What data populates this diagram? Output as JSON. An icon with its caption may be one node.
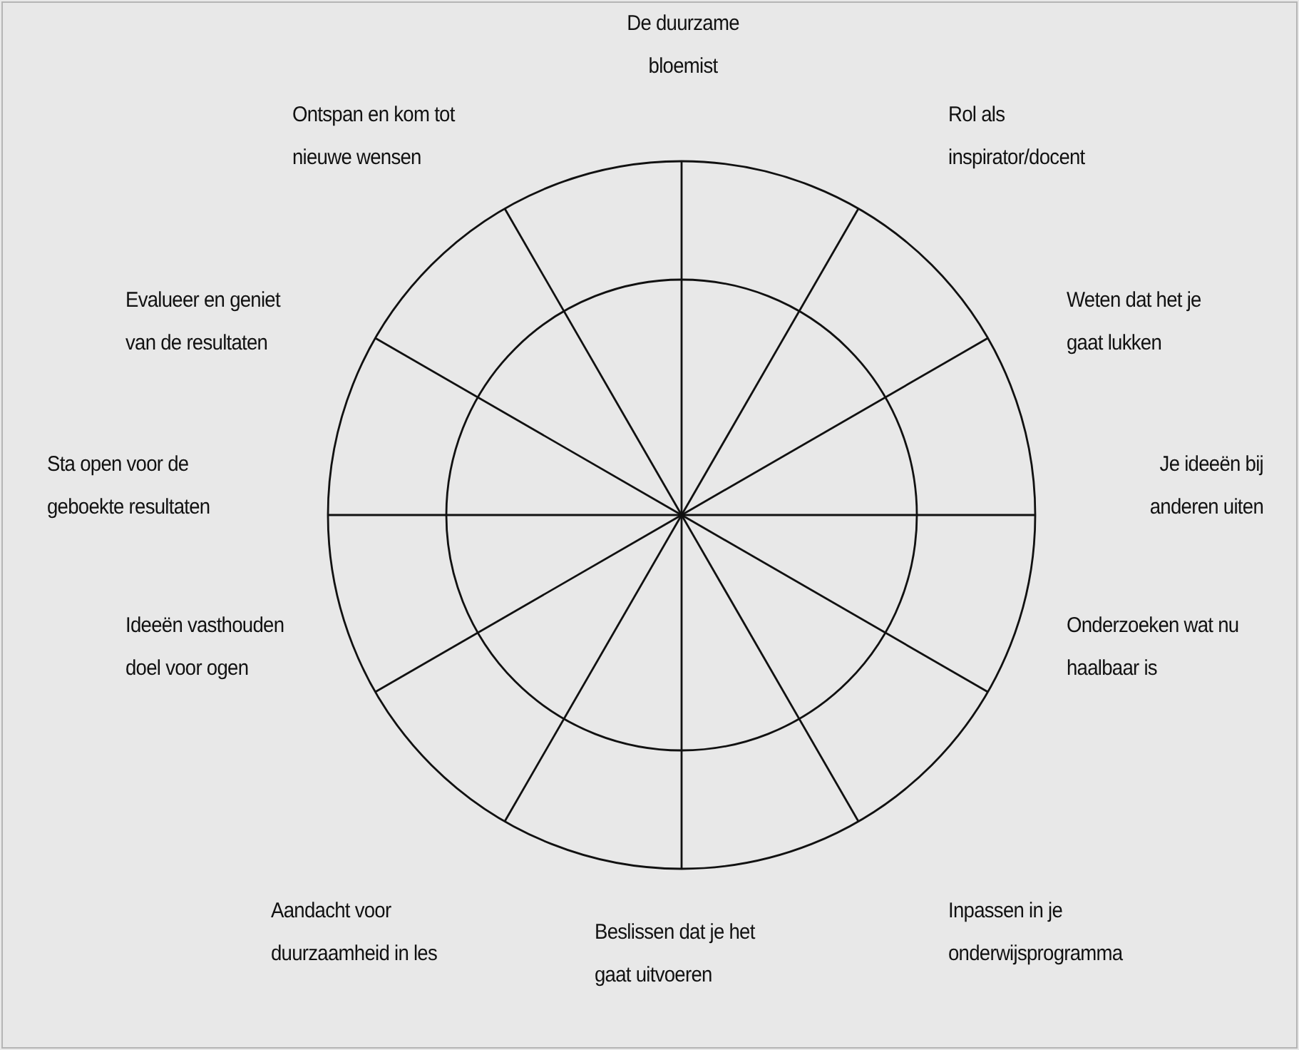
{
  "diagram": {
    "labels": [
      "De duurzame bloemist",
      "Ontspan en kom tot nieuwe wensen",
      "Rol als inspirator/docent",
      "Evalueer en geniet van de resultaten",
      "Weten dat het je gaat lukken",
      "Sta open voor de geboekte resultaten",
      "Je ideeën bij anderen uiten",
      "Ideeën vasthouden doel voor ogen",
      "Onderzoeken wat nu haalbaar is",
      "Aandacht voor duurzaamheid in les",
      "Beslissen dat je het gaat uitvoeren",
      "Inpassen in je onderwijsprogramma"
    ]
  }
}
